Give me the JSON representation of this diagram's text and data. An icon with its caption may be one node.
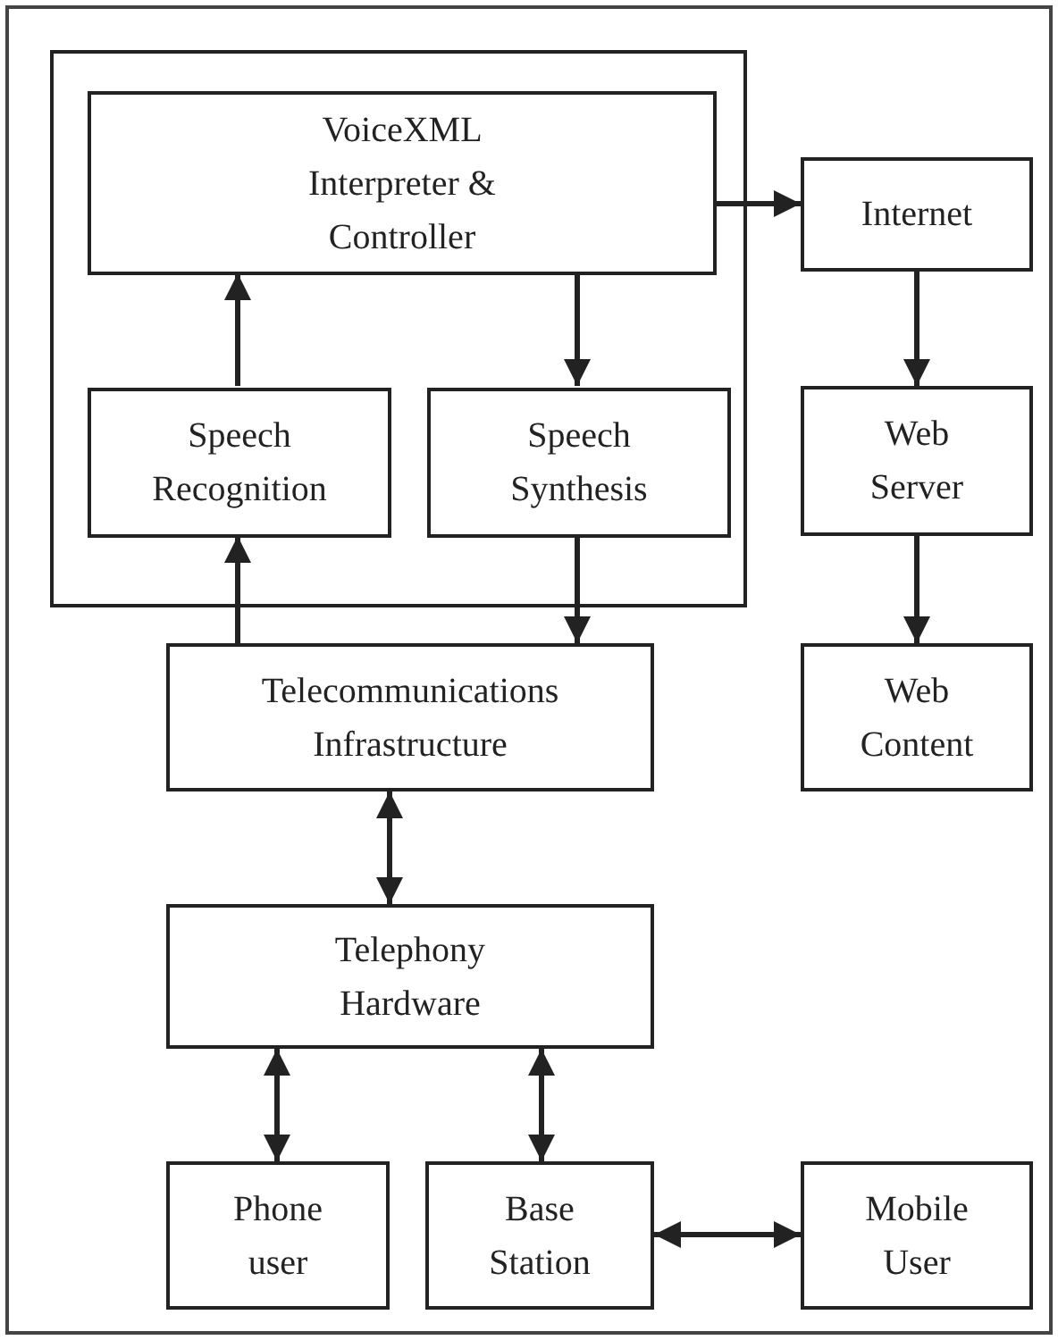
{
  "diagram": {
    "nodes": [
      {
        "text": [],
        "shape": "box"
      },
      {
        "text": [
          "VoiceXML Interpreter & Controller"
        ],
        "in": 0
      },
      {
        "text": [
          "Internet"
        ]
      },
      {
        "text": [
          "Speech Recognition"
        ],
        "in": 0
      },
      {
        "text": [
          "Speech Synthesis"
        ],
        "in": 0
      },
      {
        "text": [
          "Web Server"
        ]
      },
      {
        "text": [
          "Telecommunications Infrastructure"
        ]
      },
      {
        "text": [
          "Web Content"
        ]
      },
      {
        "text": [
          "Telephony Hardware"
        ]
      },
      {
        "text": [
          "Phone user"
        ]
      },
      {
        "text": [
          "Base Station"
        ]
      },
      {
        "text": [
          "Mobile User"
        ]
      }
    ],
    "edges": [
      {
        "from": 3,
        "to": 1,
        "arrow": "to"
      },
      {
        "from": 1,
        "to": 4,
        "arrow": "to"
      },
      {
        "from": 1,
        "to": 2,
        "arrow": "to"
      },
      {
        "from": 2,
        "to": 5,
        "arrow": "to"
      },
      {
        "from": 5,
        "to": 7,
        "arrow": "to"
      },
      {
        "from": 6,
        "to": 3,
        "arrow": "to"
      },
      {
        "from": 4,
        "to": 6,
        "arrow": "to"
      },
      {
        "from": 6,
        "to": 8,
        "arrow": "both"
      },
      {
        "from": 8,
        "to": 9,
        "arrow": "both"
      },
      {
        "from": 8,
        "to": 10,
        "arrow": "both"
      },
      {
        "from": 10,
        "to": 11,
        "arrow": "both"
      }
    ]
  }
}
